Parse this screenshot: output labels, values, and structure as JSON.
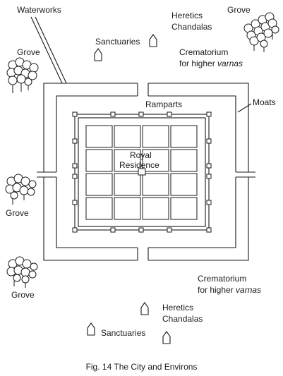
{
  "labels": {
    "waterworks": "Waterworks",
    "grove": "Grove",
    "heretics": "Heretics",
    "chandalas": "Chandalas",
    "sanctuaries": "Sanctuaries",
    "crematorium": "Crematorium",
    "crematorium_prefix": "for higher ",
    "varnas": "varnas",
    "moats": "Moats",
    "ramparts": "Ramparts",
    "royal": "Royal",
    "residence": "Residence"
  },
  "caption": "Fig. 14 The City and Environs"
}
